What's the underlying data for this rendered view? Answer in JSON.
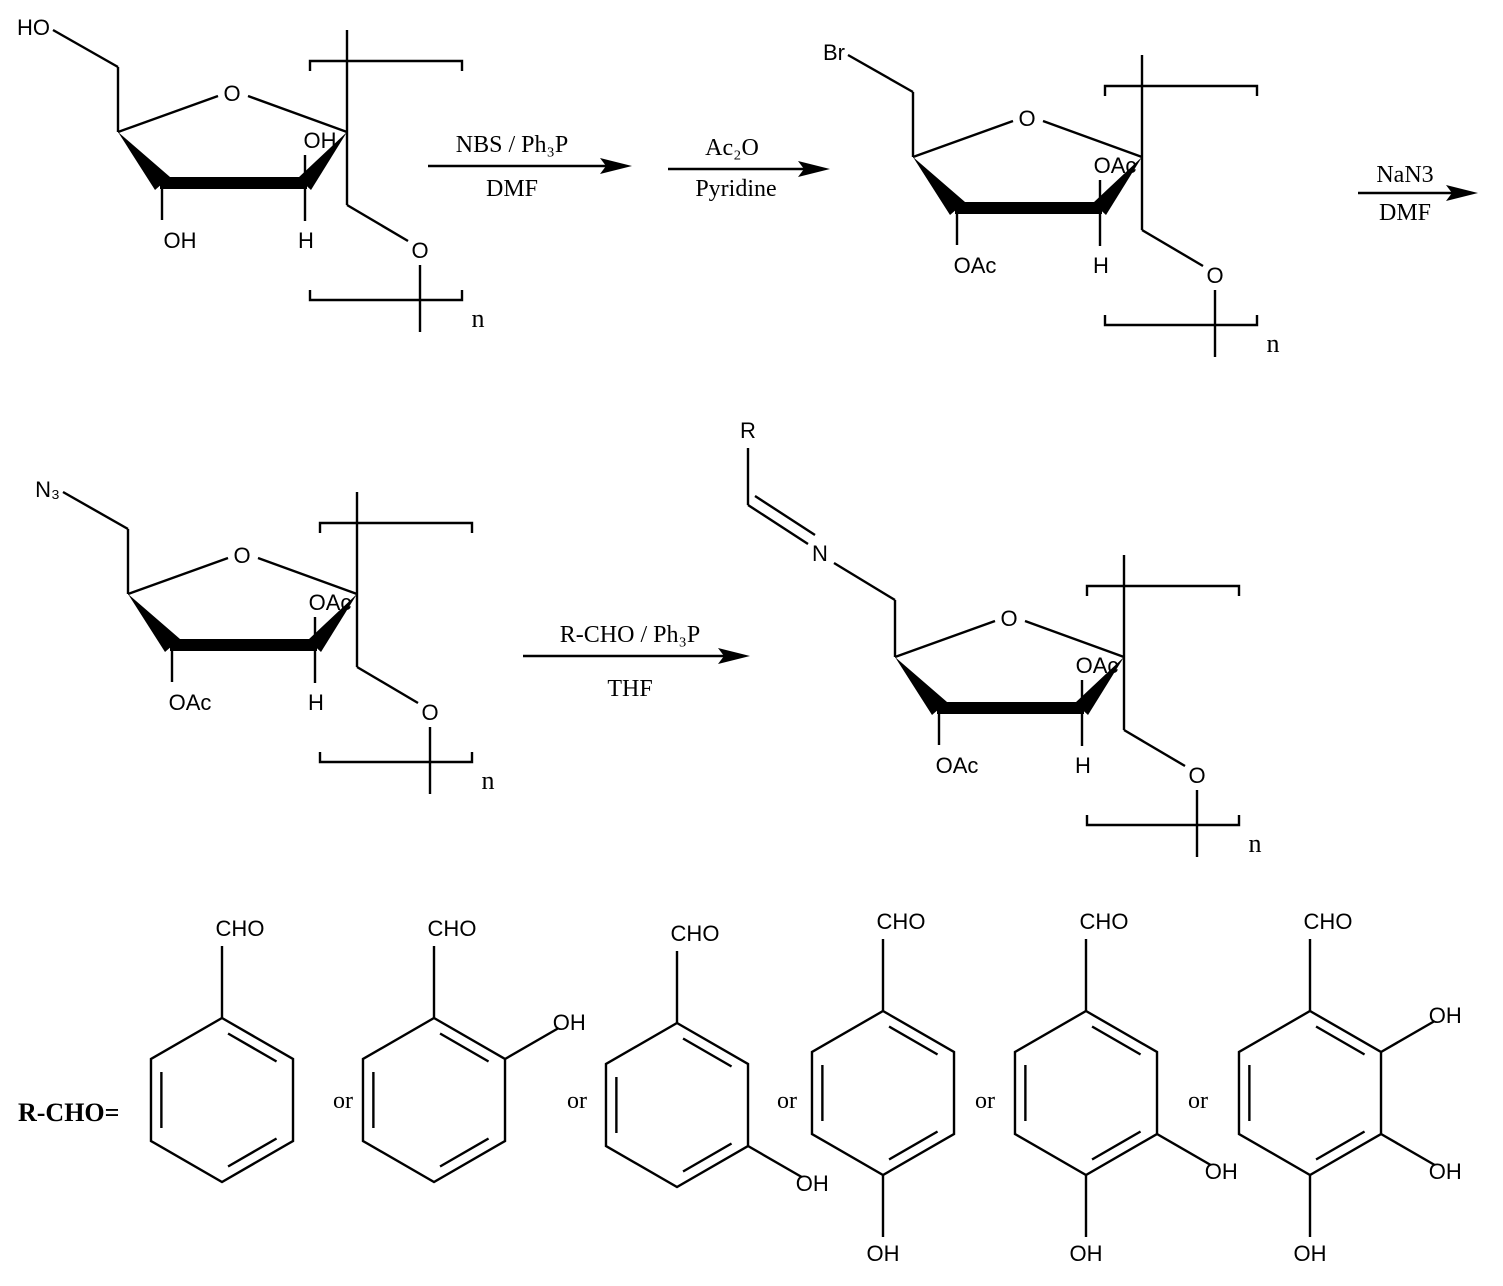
{
  "structures": [
    {
      "id": "starting-polymer",
      "substituent": "HO",
      "c3_group": "OH",
      "c2_group": "OH",
      "h": "H",
      "ring_o": "O",
      "link_o": "O",
      "repeat": "n"
    },
    {
      "id": "bromo-acetylated-polymer",
      "substituent": "Br",
      "c3_group": "OAc",
      "c2_group": "OAc",
      "h": "H",
      "ring_o": "O",
      "link_o": "O",
      "repeat": "n"
    },
    {
      "id": "azido-polymer",
      "substituent": "N₃",
      "c3_group": "OAc",
      "c2_group": "OAc",
      "h": "H",
      "ring_o": "O",
      "link_o": "O",
      "repeat": "n"
    },
    {
      "id": "imine-polymer",
      "substituent": "N",
      "imine_r": "R",
      "c3_group": "OAc",
      "c2_group": "OAc",
      "h": "H",
      "ring_o": "O",
      "link_o": "O",
      "repeat": "n"
    }
  ],
  "arrows": [
    {
      "above": "NBS / Ph₃P",
      "below": "DMF"
    },
    {
      "above": "Ac₂O",
      "below": "Pyridine"
    },
    {
      "above": "NaN3",
      "below": "DMF"
    },
    {
      "above": "R-CHO / Ph₃P",
      "below": "THF"
    }
  ],
  "r_cho": {
    "label": "R-CHO=",
    "separator": "or",
    "aldehydes": [
      {
        "cho": "CHO",
        "oh_positions": []
      },
      {
        "cho": "CHO",
        "oh_positions": [
          "upper-right"
        ]
      },
      {
        "cho": "CHO",
        "oh_positions": [
          "lower-right"
        ]
      },
      {
        "cho": "CHO",
        "oh_positions": [
          "bottom"
        ]
      },
      {
        "cho": "CHO",
        "oh_positions": [
          "lower-right",
          "bottom"
        ]
      },
      {
        "cho": "CHO",
        "oh_positions": [
          "upper-right",
          "lower-right",
          "bottom"
        ]
      }
    ],
    "oh_label": "OH"
  }
}
